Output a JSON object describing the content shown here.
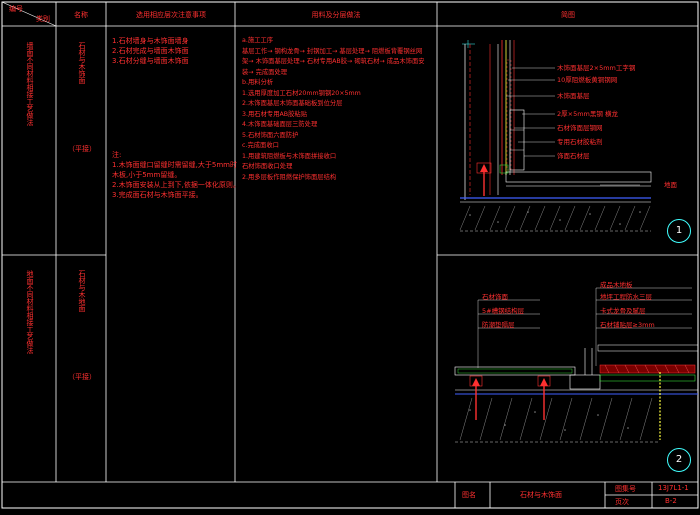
{
  "header": {
    "number": "编号",
    "category": "类别",
    "name": "名称",
    "notes": "选用相应层次注意事项",
    "materials": "用料及分层做法",
    "diagram": "简图"
  },
  "rows": [
    {
      "category": "墙面不同材料相接工艺做法",
      "name": "石材与木饰面",
      "name_sub": "（平接）",
      "notes": [
        "1.石材墙身与木饰面墙身",
        "2.石材完成与墙面木饰面",
        "3.石材分缝与墙面木饰面"
      ],
      "note2": [
        "注:",
        "1.木饰面缝口留缝时需留缝,大于5mm时",
        "木板,小于5mm留缝。",
        "2.木饰面安装从上到下,依据一体化原则。",
        "3.完成面石材与木饰面平接。"
      ],
      "materials": [
        "a.施工工序",
        "基层工作→ 钢构龙骨→ 封钢加工→ 基层处理→ 阻燃板背覆钢丝网",
        "架→ 木饰面基层处理→ 石材专用AB胶→ 砌筑石材→ 成品木饰面安",
        "装→ 完成面处理",
        "b.用料分析",
        "1.选用厚度加工石材20mm钢钢20×5mm",
        "2.木饰面基层木饰面基础板到位分层",
        "3.用石材专用AB胶粘贴",
        "4.木饰面基础面层三防处理",
        "5.石材饰面六面防护",
        "c.完成面收口",
        "1.用建筑阻燃板与木饰面拼接收口",
        "石材饰面收口处理",
        "2.用多层板作阻燃保护饰面层结构"
      ]
    },
    {
      "category": "地面不同材料相接工艺做法",
      "name": "石材与木地面",
      "name_sub": "（平接）"
    }
  ],
  "diagram1": {
    "labels": [
      "木饰面基层2×5mm工字钢",
      "10厚阻燃板黄铜钢网",
      "木饰面基层",
      "2厚×5mm黑钢 横龙",
      "石材饰面层钢网",
      "专用石材胶粘剂",
      "饰面石材层"
    ],
    "tag": "地面",
    "number": "1"
  },
  "diagram2": {
    "left_labels": [
      "石材饰面",
      "5#槽钢结构层",
      "防潮垫隔层"
    ],
    "right_labels": [
      "成品木地板",
      "地坪工程防水三层",
      "卡式龙骨及腻层",
      "石材铺贴层≥3mm"
    ],
    "number": "2"
  },
  "title_block": {
    "figure_label": "图名",
    "figure_name": "石材与木饰面",
    "set_label": "图集号",
    "set_value": "13J7L1-1",
    "page_label": "页次",
    "page_value": "B-2"
  }
}
